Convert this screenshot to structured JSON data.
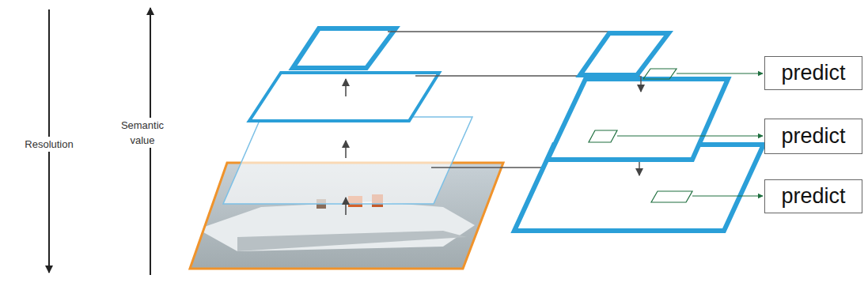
{
  "diagram": {
    "nodes": [
      {
        "text": [
          "predict"
        ]
      },
      {
        "text": [
          "predict"
        ]
      },
      {
        "text": [
          "predict"
        ]
      }
    ],
    "labels": [
      "Resolution",
      "Semantic value"
    ]
  }
}
